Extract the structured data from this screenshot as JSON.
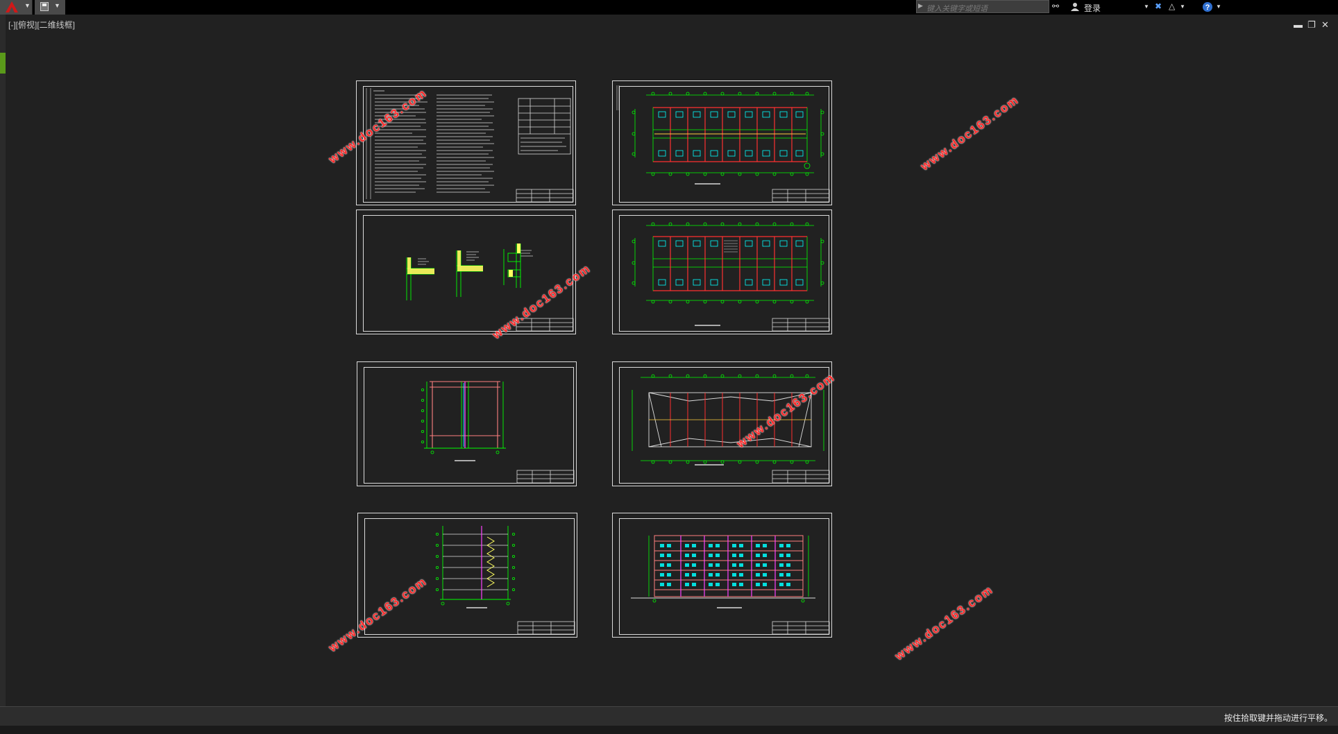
{
  "toolbar": {
    "search_placeholder": "键入关键字或短语",
    "login_label": "登录"
  },
  "viewport": {
    "label": "[-][俯视][二维线框]"
  },
  "status": {
    "message": "按住拾取键并拖动进行平移。"
  },
  "watermark": {
    "text": "www.doc163.com"
  },
  "colors": {
    "canvas": "#212121",
    "sheet_border": "#dcdcdc",
    "watermark": "#ff2a2a",
    "cad_green": "#00ff00",
    "cad_red": "#ff3030",
    "cad_magenta": "#ff40ff",
    "cad_cyan": "#00ffff",
    "cad_yellow": "#ffff60"
  },
  "sheets": [
    {
      "id": "design-notes",
      "kind": "notes"
    },
    {
      "id": "floor-plan-1",
      "kind": "plan"
    },
    {
      "id": "wall-details",
      "kind": "details"
    },
    {
      "id": "floor-plan-2",
      "kind": "plan"
    },
    {
      "id": "section",
      "kind": "section"
    },
    {
      "id": "roof-plan",
      "kind": "roof"
    },
    {
      "id": "stair-section",
      "kind": "stair"
    },
    {
      "id": "elevation",
      "kind": "elevation"
    }
  ]
}
